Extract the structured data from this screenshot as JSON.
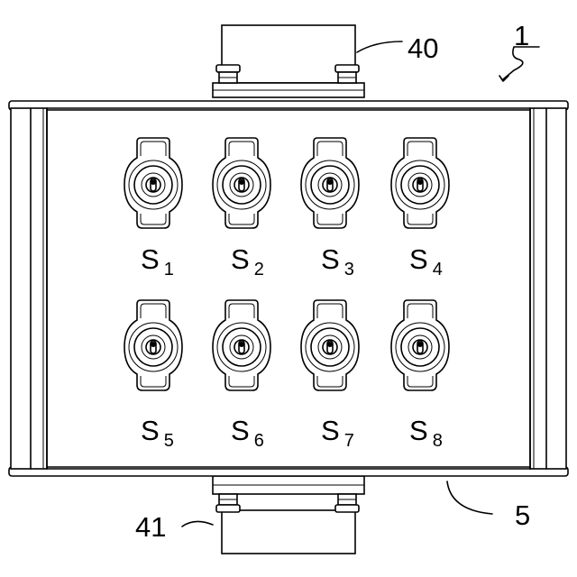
{
  "reference_numerals": {
    "device": "1",
    "top_connector": "40",
    "bottom_connector": "41",
    "housing": "5"
  },
  "switches": [
    {
      "letter": "S",
      "sub": "1"
    },
    {
      "letter": "S",
      "sub": "2"
    },
    {
      "letter": "S",
      "sub": "3"
    },
    {
      "letter": "S",
      "sub": "4"
    },
    {
      "letter": "S",
      "sub": "5"
    },
    {
      "letter": "S",
      "sub": "6"
    },
    {
      "letter": "S",
      "sub": "7"
    },
    {
      "letter": "S",
      "sub": "8"
    }
  ]
}
